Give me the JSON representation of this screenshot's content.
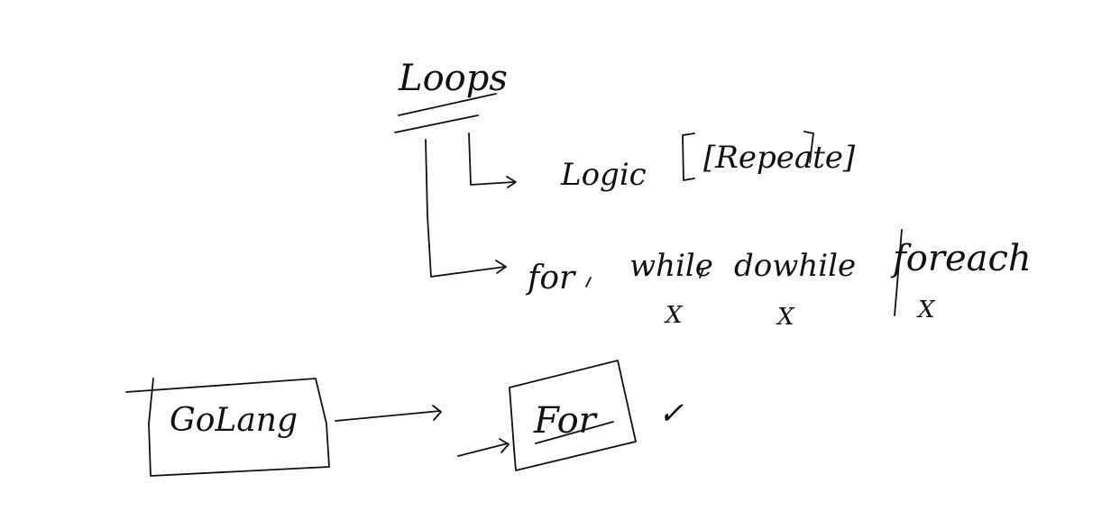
{
  "title": "Loops",
  "branches": [
    {
      "label": "Logic",
      "note": "[Repeate]"
    },
    {
      "label": "for , while, dowhile  foreach"
    }
  ],
  "loop_types": [
    {
      "label": "for",
      "mark": ""
    },
    {
      "label": "while",
      "mark": "X"
    },
    {
      "label": "dowhile",
      "mark": "X"
    },
    {
      "label": "foreach",
      "mark": "X"
    }
  ],
  "flow": {
    "source": "GoLang",
    "target": "For",
    "check": "✓"
  },
  "colors": {
    "ink": "#111111",
    "background": "#ffffff"
  }
}
